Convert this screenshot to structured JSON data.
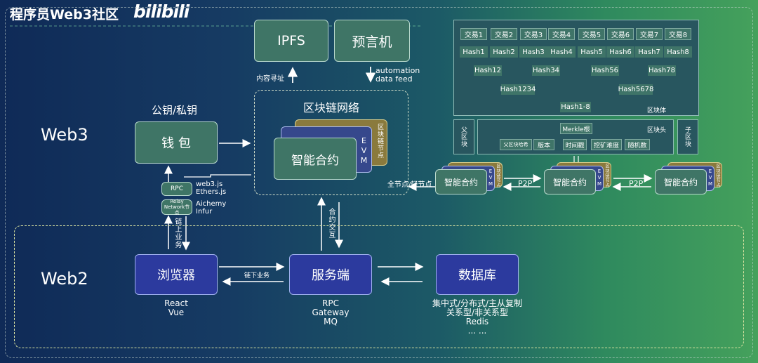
{
  "header": {
    "title": "程序员Web3社区",
    "brand": "bilibili"
  },
  "layers": {
    "web3": "Web3",
    "web2": "Web2"
  },
  "top": {
    "ipfs": "IPFS",
    "oracle": "预言机",
    "content_addr": "内容寻址",
    "automation": "automation",
    "data_feed": "data feed"
  },
  "chain_net": {
    "title": "区块链网络",
    "contract": "智能合约",
    "evm": "EVM",
    "node_tag": "区块链节点"
  },
  "wallet": {
    "title": "公钥/私钥",
    "label": "钱 包"
  },
  "middleware": {
    "rpc": "RPC",
    "relay": "Relay Network节点",
    "web3js": "web3.js",
    "ethersjs": "Ethers.js",
    "alchemy": "Aichemy",
    "infur": "Infur",
    "chain_biz": "链上业务"
  },
  "node_strip": {
    "full_light": "全节点/轻节点",
    "p2p": "P2P",
    "contract": "智能合约",
    "evm": "EVM",
    "tag": "区块链节点"
  },
  "block": {
    "tx": [
      "交易1",
      "交易2",
      "交易3",
      "交易4",
      "交易5",
      "交易6",
      "交易7",
      "交易8"
    ],
    "h1": [
      "Hash1",
      "Hash2",
      "Hash3",
      "Hash4",
      "Hash5",
      "Hash6",
      "Hash7",
      "Hash8"
    ],
    "h2": [
      "Hash12",
      "Hash34",
      "Hash56",
      "Hash78"
    ],
    "h3": [
      "Hash1234",
      "Hash5678"
    ],
    "root": "Hash1-8",
    "body_label": "区块体",
    "header_label": "区块头",
    "merkle": "Merkle根",
    "parent": "父区块",
    "child": "子区块",
    "fields": [
      "父区块哈希",
      "版本",
      "时间戳",
      "挖矿难度",
      "随机数"
    ]
  },
  "web2": {
    "browser": "浏览器",
    "server": "服务端",
    "db": "数据库",
    "offchain": "链下业务",
    "contract_interact": "合约交互",
    "browser_tech": [
      "React",
      "Vue"
    ],
    "server_tech": [
      "RPC",
      "Gateway",
      "MQ"
    ],
    "db_tech": [
      "集中式/分布式/主从复制",
      "关系型/非关系型",
      "Redis",
      "... ..."
    ]
  }
}
